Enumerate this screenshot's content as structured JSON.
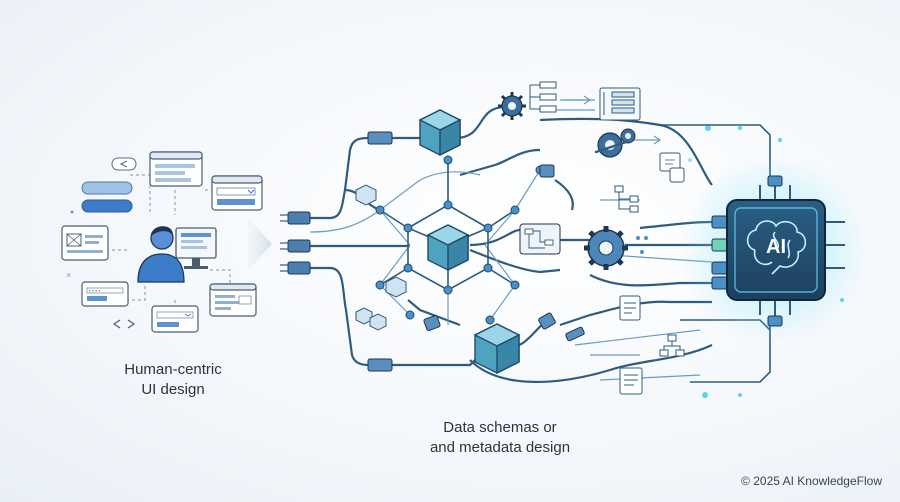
{
  "captions": {
    "human_line1": "Human-centric",
    "human_line2": "UI design",
    "data_line1": "Data schemas or",
    "data_line2": "and metadata design"
  },
  "chip": {
    "label": "AI",
    "icon": "brain-icon"
  },
  "copyright": "© 2025 AI KnowledgeFlow",
  "colors": {
    "line": "#2f5c7e",
    "line_light": "#6a9cc0",
    "cube_face": "#4ea3bf",
    "cube_top": "#9bd6e6",
    "chip_glow": "#5fd0f0",
    "accent_blue": "#3a7bd5"
  }
}
